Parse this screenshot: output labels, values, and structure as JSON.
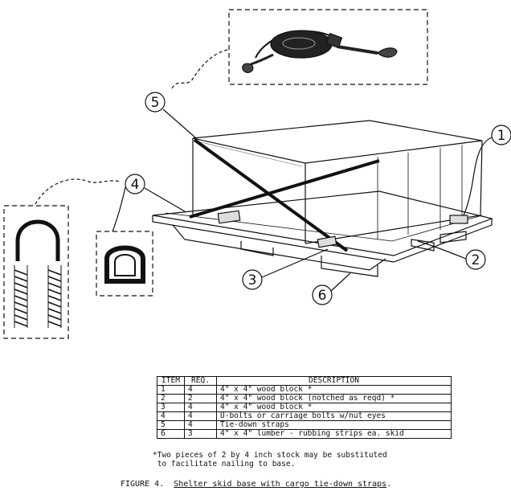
{
  "callouts": [
    "1",
    "2",
    "3",
    "4",
    "5",
    "6"
  ],
  "table": {
    "headers": [
      "ITEM",
      "REQ.",
      "DESCRIPTION"
    ],
    "rows": [
      {
        "item": "1",
        "req": "4",
        "desc": "4\" x 4\" wood block *"
      },
      {
        "item": "2",
        "req": "2",
        "desc": "4\" x 4\" wood block (notched as reqd) *"
      },
      {
        "item": "3",
        "req": "4",
        "desc": "4\" x 4\" wood block *"
      },
      {
        "item": "4",
        "req": "4",
        "desc": "U-bolts or carriage bolts w/nut eyes"
      },
      {
        "item": "5",
        "req": "4",
        "desc": "Tie-down straps"
      },
      {
        "item": "6",
        "req": "3",
        "desc": "4\" x 4\" lumber - rubbing strips ea. skid"
      }
    ]
  },
  "footnote": "*Two pieces of 2 by 4 inch stock may be substituted\n to facilitate nailing to base.",
  "caption": {
    "label": "FIGURE 4.",
    "title": "Shelter skid base with cargo tie-down straps"
  }
}
